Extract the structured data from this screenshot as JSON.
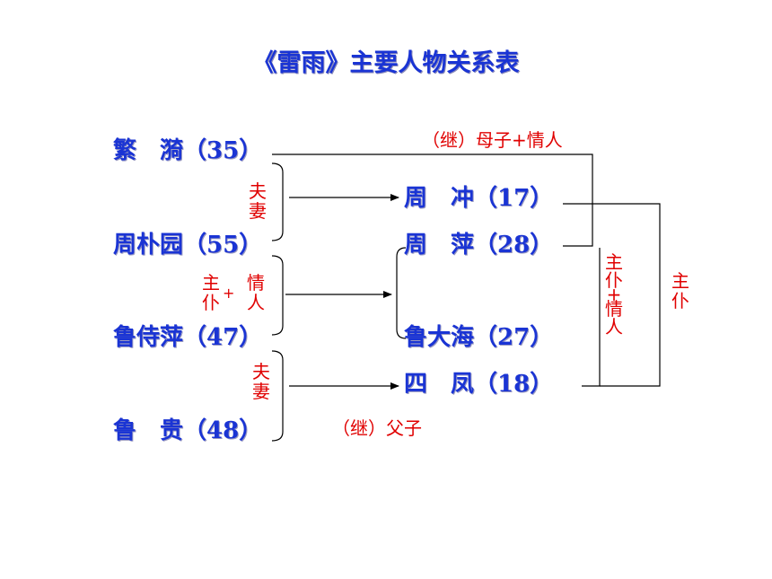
{
  "title": "《雷雨》主要人物关系表",
  "left_people": {
    "fanyi": "繁　漪（35）",
    "zhoupuyuan": "周朴园（55）",
    "lushiping": "鲁侍萍（47）",
    "lugui": "鲁　贵（48）"
  },
  "right_people": {
    "zhouchong": "周　冲（17）",
    "zhouping": "周　萍（28）",
    "ludahai": "鲁大海（27）",
    "sifeng": "四　凤（18）"
  },
  "relations": {
    "top_mother_lover": "（继）母子+情人",
    "fanyi_zhou_couple": [
      "夫",
      "妻"
    ],
    "master_servant_left": [
      "主",
      "仆"
    ],
    "plus": "+",
    "lover_left": [
      "情",
      "人"
    ],
    "lu_couple": [
      "夫",
      "妻"
    ],
    "step_father": "（继）父子",
    "master_servant_lover": [
      "主",
      "仆",
      "+",
      "情",
      "人"
    ],
    "master_servant_right": [
      "主",
      "仆"
    ]
  },
  "colors": {
    "name_blue": "#1a34d4",
    "relation_red": "#e00000",
    "line_black": "#000000"
  }
}
